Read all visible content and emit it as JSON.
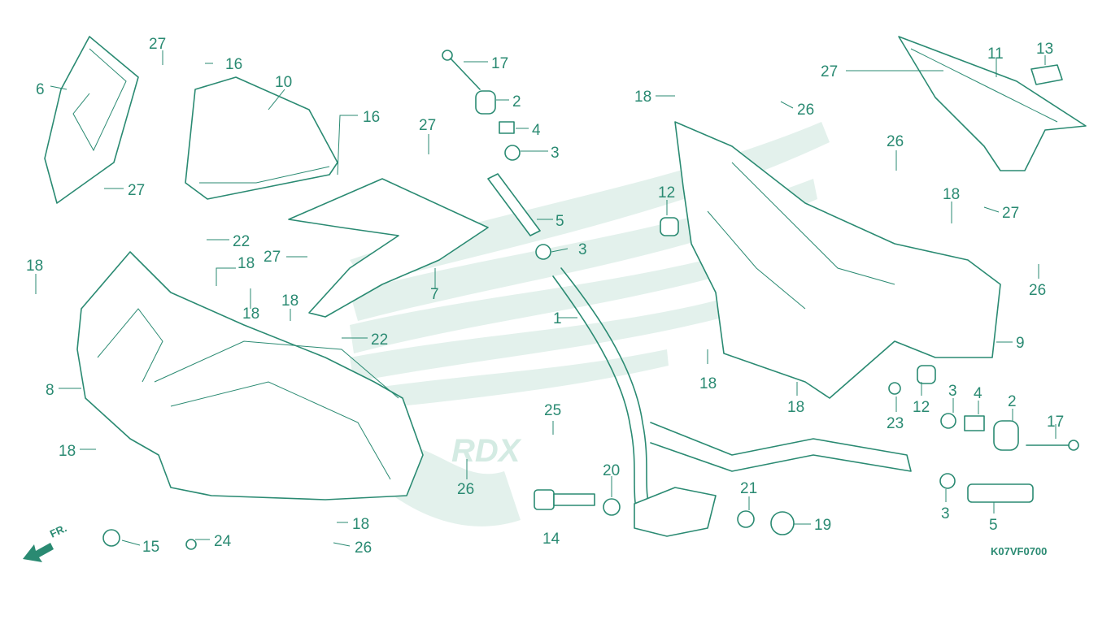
{
  "diagram": {
    "reference_code": "K07VF0700",
    "front_arrow_label": "FR.",
    "watermark_text": "RDX",
    "colors": {
      "line": "#2a8a72",
      "watermark": "#e3f1ec",
      "background": "#ffffff"
    },
    "callouts": [
      {
        "id": "c6",
        "label": "6"
      },
      {
        "id": "c27a",
        "label": "27"
      },
      {
        "id": "c16a",
        "label": "16"
      },
      {
        "id": "c10",
        "label": "10"
      },
      {
        "id": "c16b",
        "label": "16"
      },
      {
        "id": "c27b",
        "label": "27"
      },
      {
        "id": "c27c",
        "label": "27"
      },
      {
        "id": "c22a",
        "label": "22"
      },
      {
        "id": "c18a",
        "label": "18"
      },
      {
        "id": "c18b",
        "label": "18"
      },
      {
        "id": "c18c",
        "label": "18"
      },
      {
        "id": "c27d",
        "label": "27"
      },
      {
        "id": "c7",
        "label": "7"
      },
      {
        "id": "c18d",
        "label": "18"
      },
      {
        "id": "c22b",
        "label": "22"
      },
      {
        "id": "c8",
        "label": "8"
      },
      {
        "id": "c18e",
        "label": "18"
      },
      {
        "id": "c15",
        "label": "15"
      },
      {
        "id": "c24",
        "label": "24"
      },
      {
        "id": "c26a",
        "label": "26"
      },
      {
        "id": "c18f",
        "label": "18"
      },
      {
        "id": "c26b",
        "label": "26"
      },
      {
        "id": "c17a",
        "label": "17"
      },
      {
        "id": "c2a",
        "label": "2"
      },
      {
        "id": "c4a",
        "label": "4"
      },
      {
        "id": "c3a",
        "label": "3"
      },
      {
        "id": "c5a",
        "label": "5"
      },
      {
        "id": "c3b",
        "label": "3"
      },
      {
        "id": "c1",
        "label": "1"
      },
      {
        "id": "c25",
        "label": "25"
      },
      {
        "id": "c14",
        "label": "14"
      },
      {
        "id": "c20",
        "label": "20"
      },
      {
        "id": "c18g",
        "label": "18"
      },
      {
        "id": "c26c",
        "label": "26"
      },
      {
        "id": "c12a",
        "label": "12"
      },
      {
        "id": "c18h",
        "label": "18"
      },
      {
        "id": "c27e",
        "label": "27"
      },
      {
        "id": "c11",
        "label": "11"
      },
      {
        "id": "c13",
        "label": "13"
      },
      {
        "id": "c26d",
        "label": "26"
      },
      {
        "id": "c18i",
        "label": "18"
      },
      {
        "id": "c27f",
        "label": "27"
      },
      {
        "id": "c26e",
        "label": "26"
      },
      {
        "id": "c9",
        "label": "9"
      },
      {
        "id": "c18j",
        "label": "18"
      },
      {
        "id": "c23",
        "label": "23"
      },
      {
        "id": "c12b",
        "label": "12"
      },
      {
        "id": "c3c",
        "label": "3"
      },
      {
        "id": "c4b",
        "label": "4"
      },
      {
        "id": "c2b",
        "label": "2"
      },
      {
        "id": "c17b",
        "label": "17"
      },
      {
        "id": "c21",
        "label": "21"
      },
      {
        "id": "c19",
        "label": "19"
      },
      {
        "id": "c3d",
        "label": "3"
      },
      {
        "id": "c5b",
        "label": "5"
      }
    ]
  }
}
